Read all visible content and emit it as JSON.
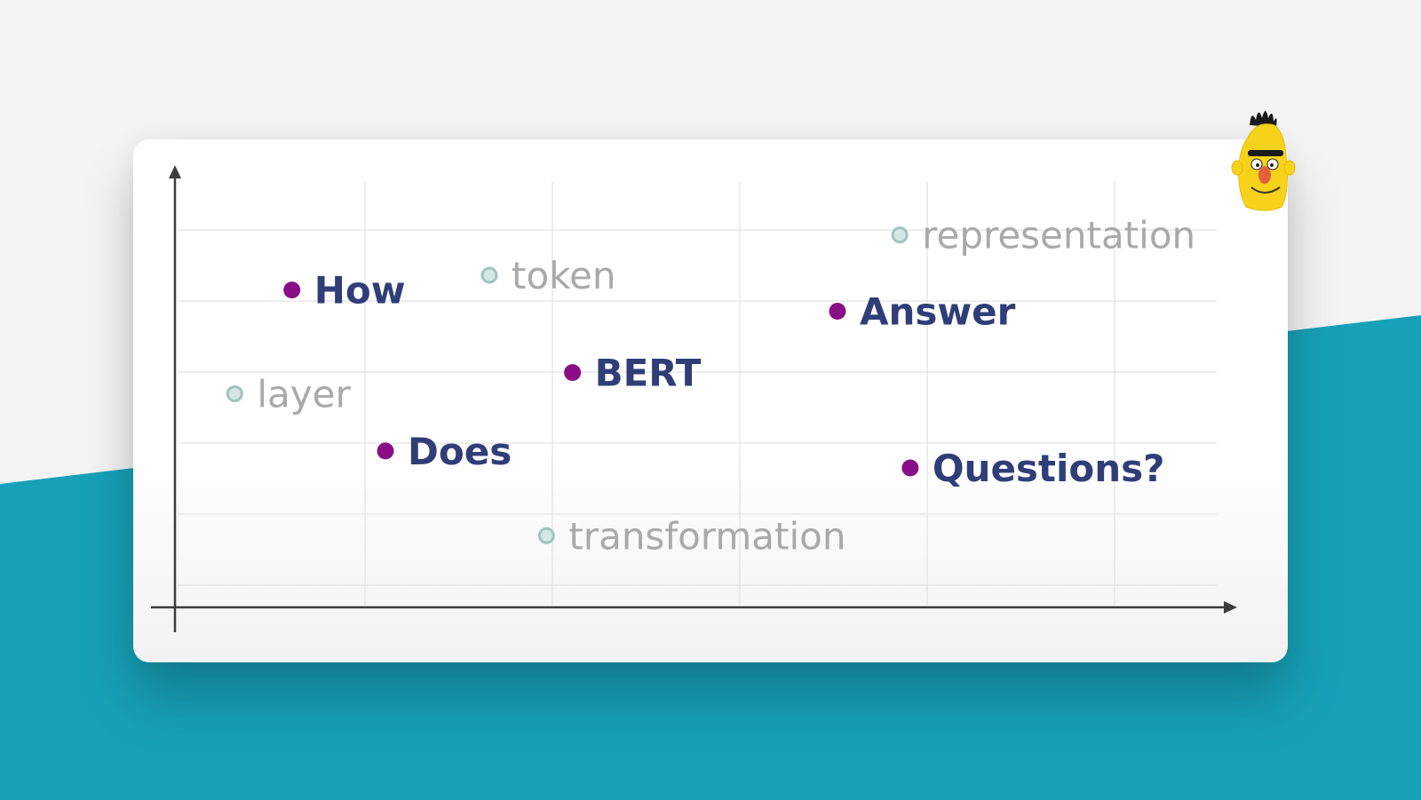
{
  "chart_data": {
    "type": "scatter",
    "title": "",
    "xlabel": "",
    "ylabel": "",
    "xlim": [
      0,
      100
    ],
    "ylim": [
      0,
      100
    ],
    "grid": true,
    "points": [
      {
        "label": "representation",
        "x": 69.5,
        "y": 87.5,
        "emphasis": false
      },
      {
        "label": "token",
        "x": 30.0,
        "y": 78.0,
        "emphasis": false
      },
      {
        "label": "How",
        "x": 11.0,
        "y": 74.5,
        "emphasis": true
      },
      {
        "label": "Answer",
        "x": 63.5,
        "y": 69.5,
        "emphasis": true
      },
      {
        "label": "BERT",
        "x": 38.0,
        "y": 55.0,
        "emphasis": true
      },
      {
        "label": "layer",
        "x": 5.5,
        "y": 50.0,
        "emphasis": false
      },
      {
        "label": "Does",
        "x": 20.0,
        "y": 36.5,
        "emphasis": true
      },
      {
        "label": "Questions?",
        "x": 70.5,
        "y": 32.5,
        "emphasis": true
      },
      {
        "label": "transformation",
        "x": 35.5,
        "y": 16.5,
        "emphasis": false
      }
    ]
  },
  "colors": {
    "emphasis_dot": "#8a0f86",
    "emphasis_text": "#2f3e78",
    "muted_dot_fill": "#d6e6e3",
    "muted_dot_stroke": "#9ec4bf",
    "muted_text": "#a9a9a9",
    "teal_band": "#17a1b8",
    "axis": "#3d3d3d",
    "grid": "#e2e2e2"
  },
  "decor": {
    "avatar": "bert-character-icon"
  }
}
